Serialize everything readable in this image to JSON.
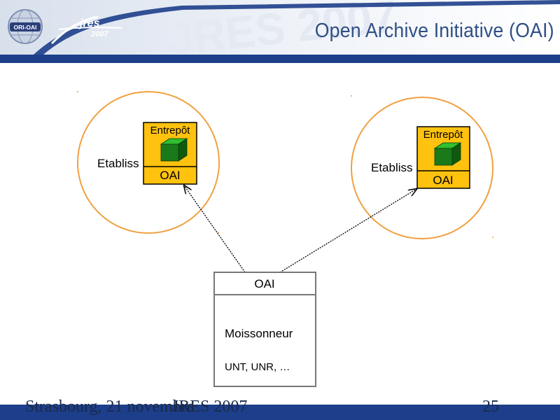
{
  "slide": {
    "title": "Open Archive Initiative (OAI)"
  },
  "logos": {
    "oai_logo_text": "ORI-OAI",
    "jres_logo_text": "jres",
    "jres_logo_year": "2007"
  },
  "colors": {
    "header_band": "#1d3e8a",
    "title_text": "#2f4f86",
    "circle_stroke": "#f0a040",
    "repository_fill": "#ffc20e",
    "cube_green": "#1a7a1a"
  },
  "diagram": {
    "left_site": {
      "label": "Etabliss",
      "repo_title": "Entrepôt",
      "repo_protocol": "OAI"
    },
    "right_site": {
      "label": "Etabliss",
      "repo_title": "Entrepôt",
      "repo_protocol": "OAI"
    },
    "harvester": {
      "protocol": "OAI",
      "name": "Moissonneur",
      "examples": "UNT, UNR, …"
    }
  },
  "footer": {
    "left": "Strasbourg, 21 novembre",
    "middle": "JRES 2007",
    "page": "25"
  }
}
